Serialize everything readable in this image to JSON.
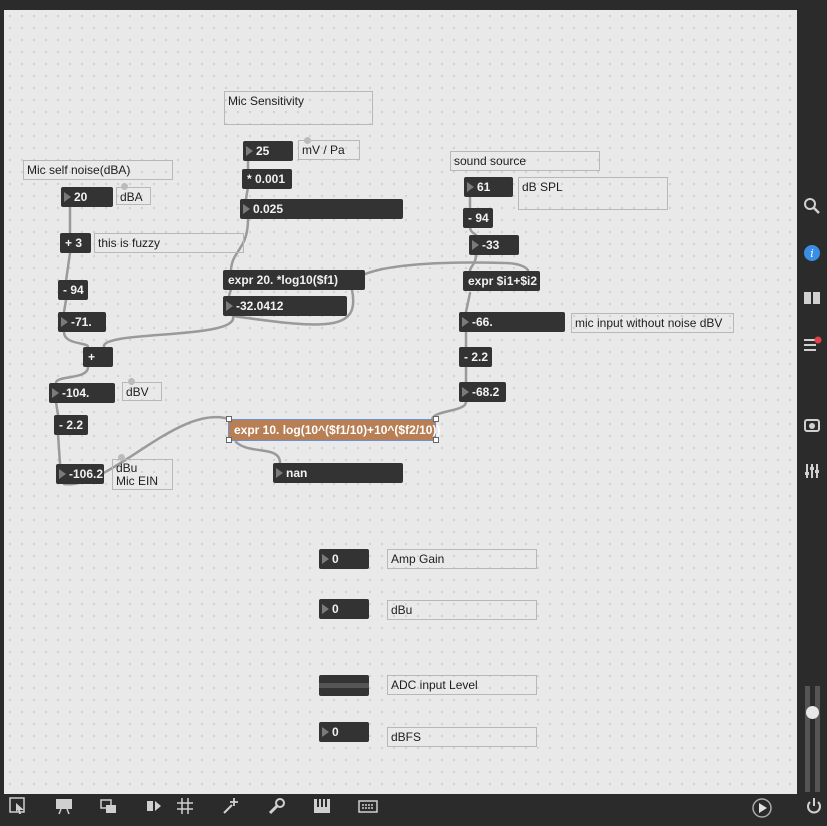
{
  "window": {
    "title": ""
  },
  "patch": {
    "numbers": {
      "mv_pa_value": "25",
      "self_noise_value": "20",
      "spl_value": "61",
      "sensitivity_v": "0.025",
      "minus_33": "-33",
      "sensitivity_dbv": "-32.0412",
      "minus_71": "-71.",
      "minus_66": "-66.",
      "minus_104": "-104.",
      "minus_68": "-68.2",
      "minus_106": "-106.2",
      "nan_value": "nan",
      "amp_gain": "0",
      "dbu_value": "0",
      "dbfs_value": "0"
    },
    "objects": {
      "mult_001": "* 0.001",
      "plus_3": "+ 3",
      "minus_94_left": "- 94",
      "minus_94_right": "- 94",
      "expr_log": "expr 20. *log10($f1)",
      "expr_sum": "expr $i1+$i2",
      "plus": "+",
      "minus_22_left": "- 2.2",
      "minus_22_right": "- 2.2",
      "expr_sum_power": "expr 10. log(10^($f1/10)+10^($f2/10))"
    },
    "comments": {
      "mic_sensitivity": "Mic Sensitivity",
      "mv_pa": "mV / Pa",
      "mic_self_noise": "Mic self noise(dBA)",
      "dba": "dBA",
      "sound_source": "sound source",
      "db_spl": "dB SPL",
      "fuzzy": "this is fuzzy",
      "mic_input": "mic input without noise dBV",
      "dbv": "dBV",
      "dbu_line1": "dBu",
      "dbu_line2": "Mic EIN",
      "amp_gain": "Amp Gain",
      "dbu": "dBu",
      "adc_level": "ADC input Level",
      "dbfs": "dBFS"
    }
  },
  "toolbar_bottom": {
    "icons": [
      "select-arrow-icon",
      "presentation-icon",
      "windows-icon",
      "patch-cord-icon",
      "grid-icon",
      "add-object-icon",
      "wrench-icon",
      "piano-keys-icon",
      "keyboard-icon"
    ],
    "right_icons": [
      "play-icon",
      "power-icon"
    ]
  },
  "sidebar_right": {
    "icons": [
      "search-icon",
      "info-icon",
      "book-icon",
      "list-icon",
      "snapshot-icon",
      "mixer-icon"
    ],
    "accent": "#3a8ee6",
    "badge_color": "#e0404a"
  }
}
